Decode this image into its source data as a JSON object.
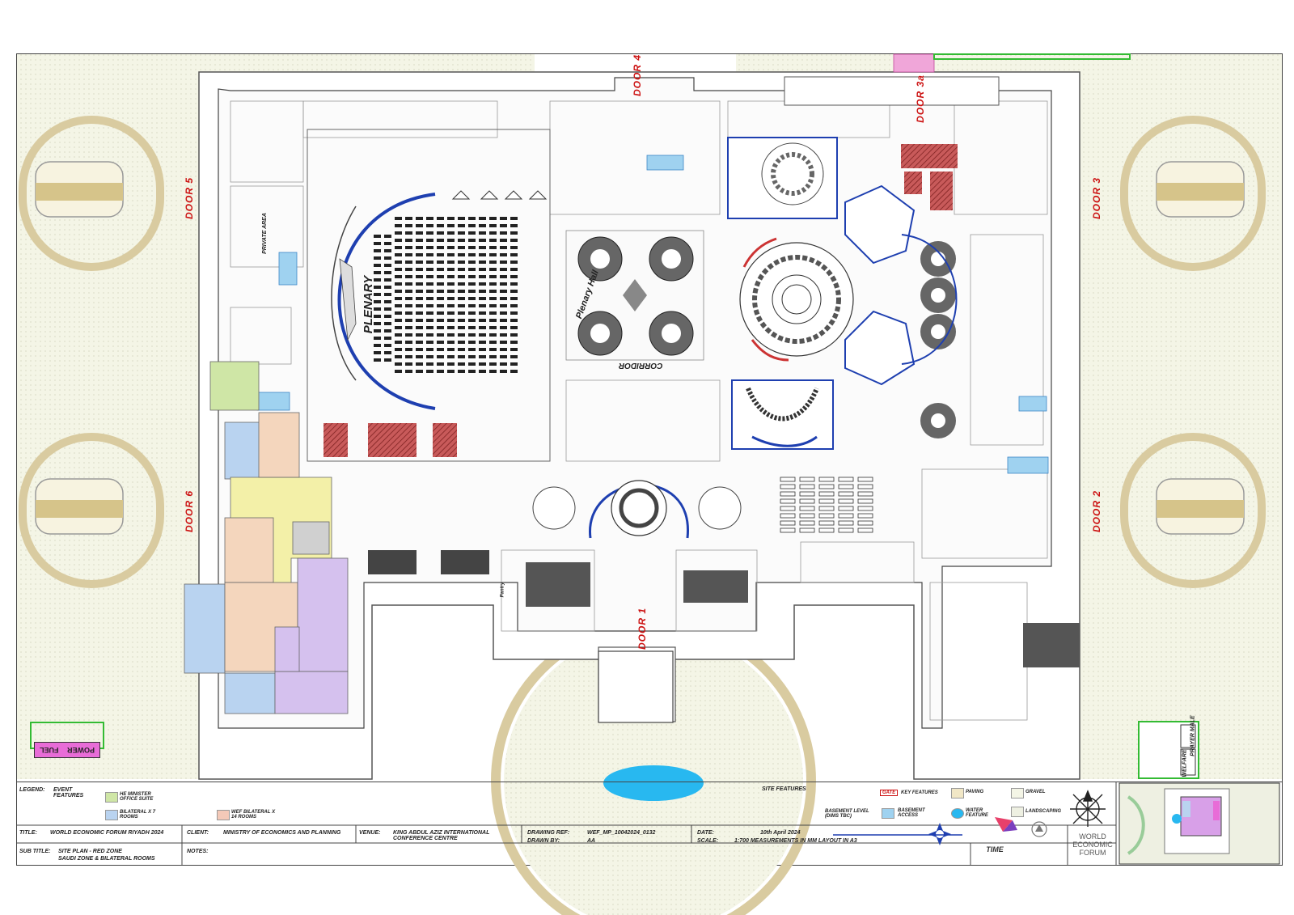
{
  "doors": {
    "door_1": "DOOR 1",
    "door_2": "DOOR 2",
    "door_3": "DOOR 3",
    "door_3a": "DOOR 3a",
    "door_4": "DOOR 4",
    "door_5": "DOOR 5",
    "door_6": "DOOR 6"
  },
  "plan_labels": {
    "plenary": "PLENARY",
    "plenary_hall": "Plenary Hall",
    "corridor": "CORRIDOR",
    "private_area": "PRIVATE AREA",
    "power": "POWER",
    "fuel": "FUEL",
    "prayer": "PRAYER MALE",
    "welfare": "WELFARE",
    "pantry": "Pantry"
  },
  "legend": {
    "title": "LEGEND:",
    "event_features": "EVENT FEATURES",
    "he_minister": "HE MINISTER OFFICE SUITE",
    "bilateral": "BILATERAL X 7 ROOMS",
    "wef_bilateral": "WEF BILATERAL X 14 ROOMS",
    "site_features": "SITE FEATURES",
    "gate": "GATE",
    "key_features": "KEY FEATURES",
    "paving": "PAVING",
    "gravel": "GRAVEL",
    "basement_level": "BASEMENT LEVEL (DIMS TBC)",
    "basement_access": "BASEMENT ACCESS",
    "water_feature": "WATER FEATURE",
    "landscaping": "LANDSCAPING"
  },
  "title_block": {
    "title_label": "TITLE:",
    "title_value": "WORLD ECONOMIC FORUM RIYADH 2024",
    "client_label": "CLIENT:",
    "client_value": "MINISTRY OF ECONOMICS AND PLANNING",
    "venue_label": "VENUE:",
    "venue_value": "KING ABDUL AZIZ INTERNATIONAL CONFERENCE CENTRE",
    "drawing_ref_label": "DRAWING REF:",
    "drawing_ref_value": "WEF_MP_10042024_0132",
    "drawn_by_label": "DRAWN BY:",
    "drawn_by_value": "AA",
    "date_label": "DATE:",
    "date_value": "10th April 2024",
    "scale_label": "SCALE:",
    "scale_value": "1:700 MEASUREMENTS IN MM   LAYOUT IN A3",
    "subtitle_label": "SUB TITLE:",
    "subtitle_value_1": "SITE PLAN - RED ZONE",
    "subtitle_value_2": "SAUDI ZONE & BILATERAL ROOMS",
    "notes_label": "NOTES:"
  },
  "logos": {
    "time": "TIME",
    "wef": "WORLD ECONOMIC FORUM"
  },
  "colors": {
    "door_red": "#cc1111",
    "minister_green": "#cfe6a6",
    "bilateral_blue": "#b9d3f0",
    "wef_bilateral_red": "#b63a3a",
    "yellow_zone": "#f3f0a8",
    "peach_zone": "#f4d6bd",
    "purple_zone": "#d5c1ee",
    "landscaping": "#f2f3e2",
    "gravel_ring": "#d9cba0",
    "water": "#28b8f0",
    "power_fuel": "#e86cd7",
    "green_outline": "#33bb33"
  }
}
